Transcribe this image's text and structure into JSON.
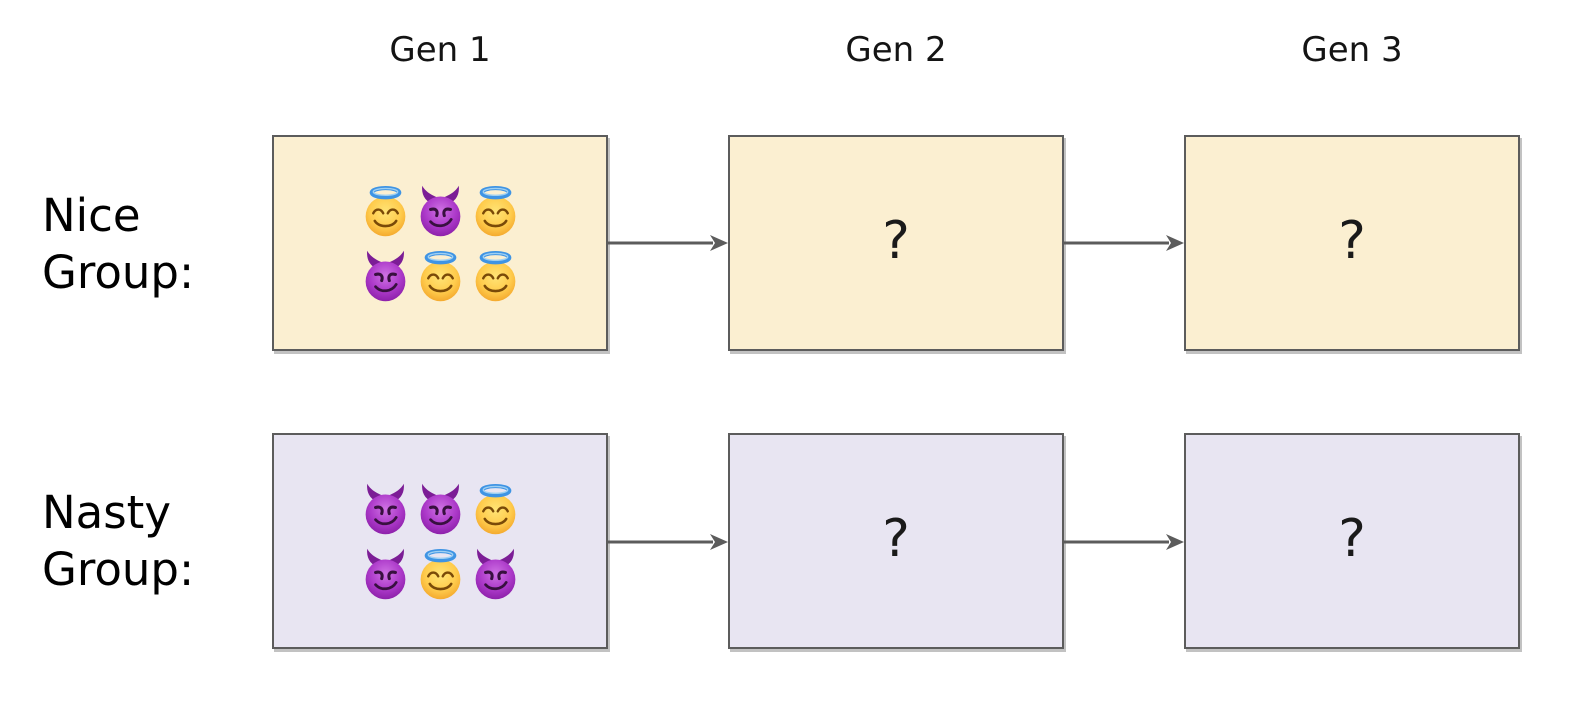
{
  "diagram_title": "group-generations-diagram",
  "columns": [
    {
      "label": "Gen 1"
    },
    {
      "label": "Gen 2"
    },
    {
      "label": "Gen 3"
    }
  ],
  "rows": [
    {
      "name": "nice",
      "label_line1": "Nice",
      "label_line2": "Group:",
      "box_fill": "#FBEFD1",
      "gen1_emojis": [
        [
          "angel",
          "devil",
          "angel"
        ],
        [
          "devil",
          "angel",
          "angel"
        ]
      ],
      "gen2_placeholder": "?",
      "gen3_placeholder": "?"
    },
    {
      "name": "nasty",
      "label_line1": "Nasty",
      "label_line2": "Group:",
      "box_fill": "#E8E5F2",
      "gen1_emojis": [
        [
          "devil",
          "devil",
          "angel"
        ],
        [
          "devil",
          "angel",
          "devil"
        ]
      ],
      "gen2_placeholder": "?",
      "gen3_placeholder": "?"
    }
  ],
  "icons": {
    "angel": "smiling-face-with-halo",
    "devil": "smiling-face-with-horns"
  },
  "colors": {
    "background": "#FFFFFF",
    "box_border": "#5C5C5C",
    "arrow": "#5C5C5C",
    "text": "#141414",
    "nice_box_fill": "#FBEFD1",
    "nasty_box_fill": "#E8E5F2"
  }
}
